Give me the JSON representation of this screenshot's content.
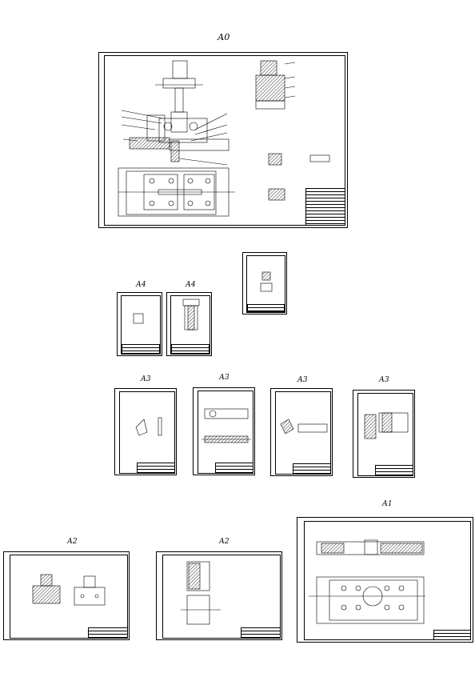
{
  "sheets": {
    "a0": {
      "label": "А0"
    },
    "a4_left": {
      "label": "А4"
    },
    "a4_right": {
      "label": "А4"
    },
    "a3_1": {
      "label": "А3"
    },
    "a3_2": {
      "label": "А3"
    },
    "a3_3": {
      "label": "А3"
    },
    "a3_4": {
      "label": "А3"
    },
    "a2_left": {
      "label": "А2"
    },
    "a2_right": {
      "label": "А2"
    },
    "a1": {
      "label": "А1"
    }
  },
  "colors": {
    "line": "#000000",
    "paper": "#ffffff"
  }
}
